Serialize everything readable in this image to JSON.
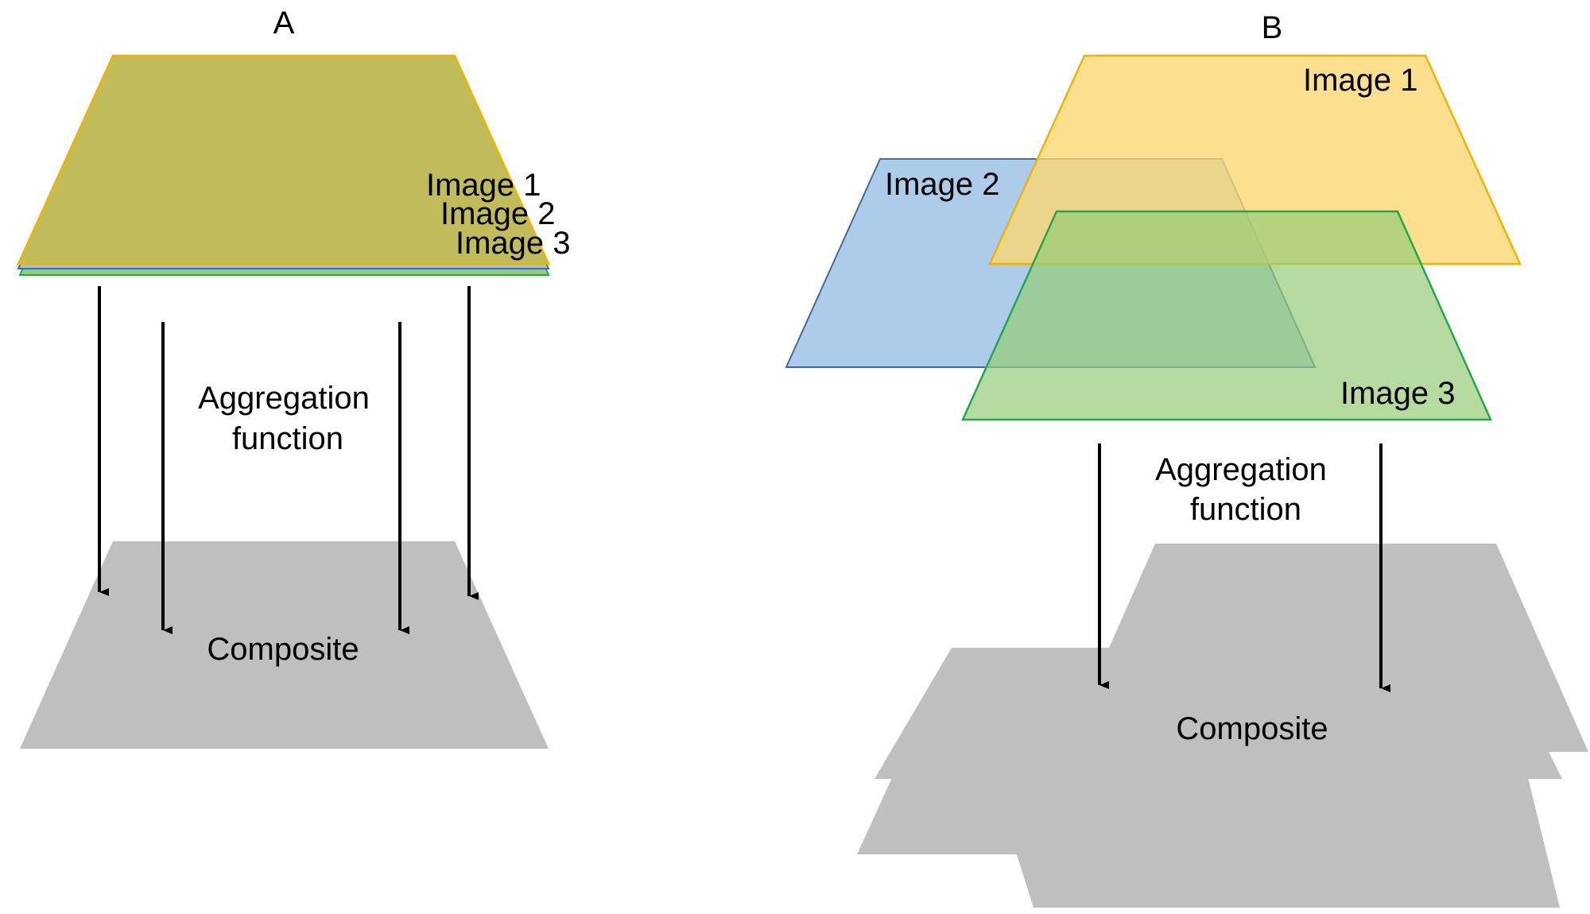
{
  "panels": {
    "a": {
      "label": "A",
      "images": [
        "Image 1",
        "Image 2",
        "Image 3"
      ],
      "aggregation": [
        "Aggregation",
        "function"
      ],
      "composite": "Composite"
    },
    "b": {
      "label": "B",
      "images": [
        "Image 1",
        "Image 2",
        "Image 3"
      ],
      "aggregation": [
        "Aggregation",
        "function"
      ],
      "composite": "Composite"
    }
  },
  "colors": {
    "image1_fill": "#fdd770",
    "image1_stroke": "#f0b400",
    "image2_fill": "#9dc3e6",
    "image2_stroke": "#3f6d9f",
    "image3_fill": "#95cc78",
    "image3_stroke": "#22a84a",
    "stacked_fill": "#bfbc59",
    "composite_fill": "#bfbfbf",
    "arrow": "#000000"
  }
}
